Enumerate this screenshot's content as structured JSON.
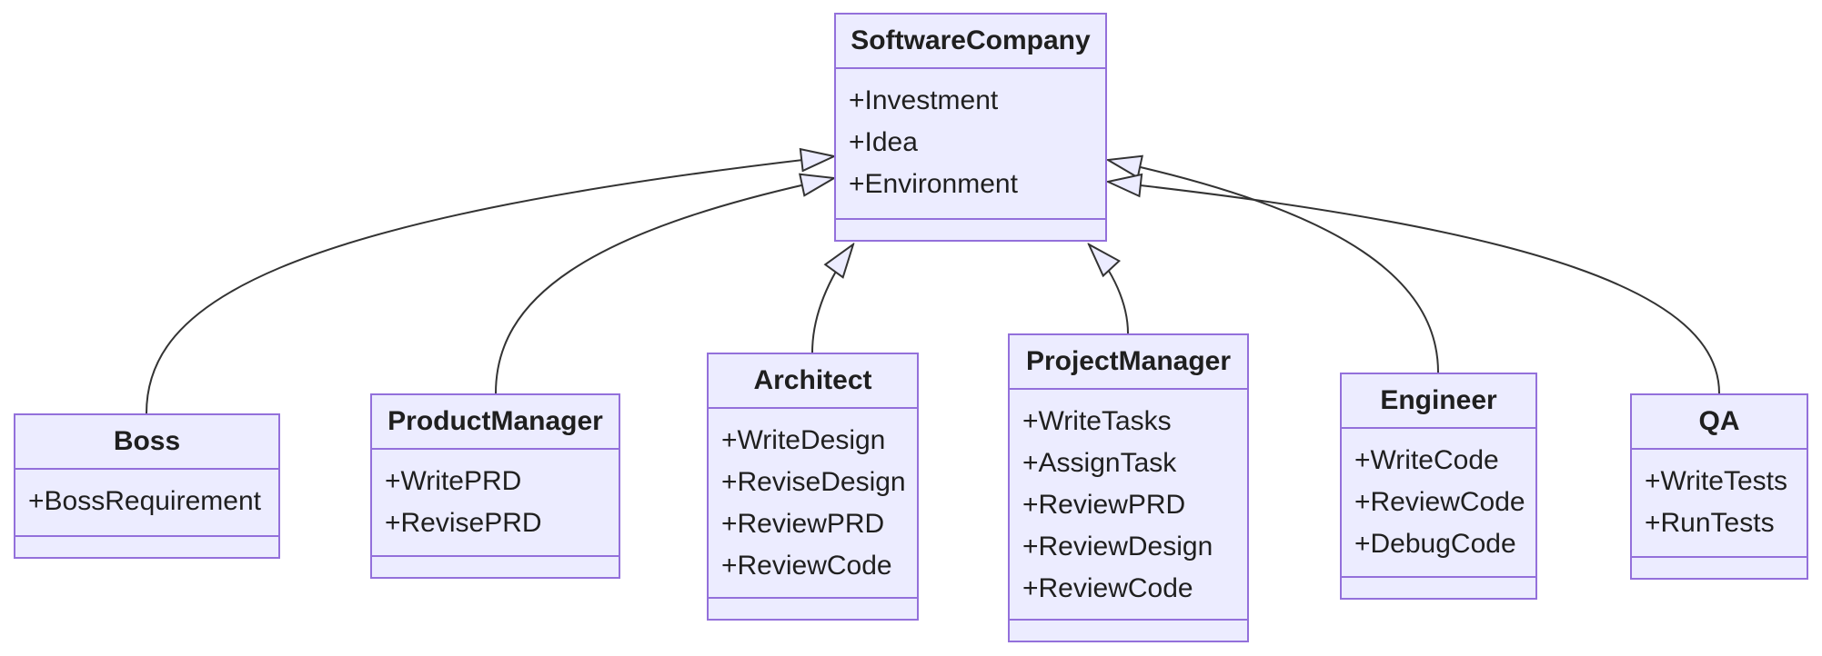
{
  "diagram": {
    "type": "uml-class-diagram",
    "background": "#ffffff",
    "colors": {
      "node_fill": "#ECECFF",
      "node_border": "#9370DB",
      "edge_line": "#333333",
      "arrowhead_fill": "#ECECFF",
      "text": "#1f1f1f"
    },
    "classes": [
      {
        "name": "SoftwareCompany",
        "attributes": [
          "+Investment",
          "+Idea",
          "+Environment"
        ],
        "methods": []
      },
      {
        "name": "Boss",
        "attributes": [
          "+BossRequirement"
        ],
        "methods": []
      },
      {
        "name": "ProductManager",
        "attributes": [
          "+WritePRD",
          "+RevisePRD"
        ],
        "methods": []
      },
      {
        "name": "Architect",
        "attributes": [
          "+WriteDesign",
          "+ReviseDesign",
          "+ReviewPRD",
          "+ReviewCode"
        ],
        "methods": []
      },
      {
        "name": "ProjectManager",
        "attributes": [
          "+WriteTasks",
          "+AssignTask",
          "+ReviewPRD",
          "+ReviewDesign",
          "+ReviewCode"
        ],
        "methods": []
      },
      {
        "name": "Engineer",
        "attributes": [
          "+WriteCode",
          "+ReviewCode",
          "+DebugCode"
        ],
        "methods": []
      },
      {
        "name": "QA",
        "attributes": [
          "+WriteTests",
          "+RunTests"
        ],
        "methods": []
      }
    ],
    "relationships": [
      {
        "from": "Boss",
        "to": "SoftwareCompany",
        "type": "inheritance",
        "arrowhead": "hollow-triangle"
      },
      {
        "from": "ProductManager",
        "to": "SoftwareCompany",
        "type": "inheritance",
        "arrowhead": "hollow-triangle"
      },
      {
        "from": "Architect",
        "to": "SoftwareCompany",
        "type": "inheritance",
        "arrowhead": "hollow-triangle"
      },
      {
        "from": "ProjectManager",
        "to": "SoftwareCompany",
        "type": "inheritance",
        "arrowhead": "hollow-triangle"
      },
      {
        "from": "Engineer",
        "to": "SoftwareCompany",
        "type": "inheritance",
        "arrowhead": "hollow-triangle"
      },
      {
        "from": "QA",
        "to": "SoftwareCompany",
        "type": "inheritance",
        "arrowhead": "hollow-triangle"
      }
    ]
  }
}
